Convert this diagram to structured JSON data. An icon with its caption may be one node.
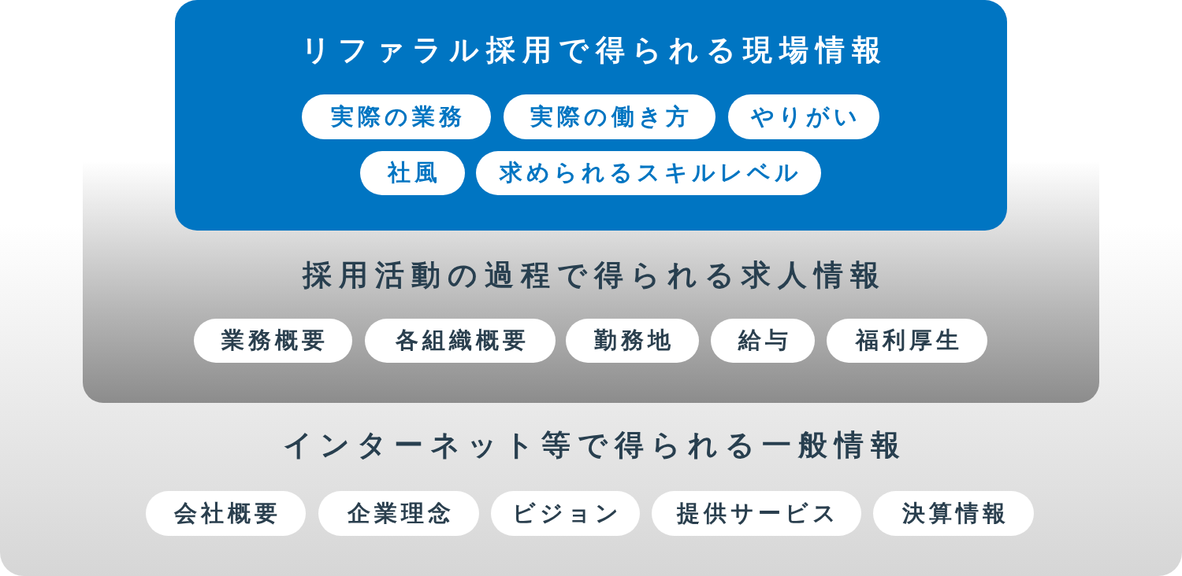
{
  "diagram": {
    "nodes": [
      {
        "text": [
          "インターネット等で得られる一般情報"
        ]
      },
      {
        "text": [
          "採用活動の過程で得られる求人情報"
        ],
        "in": 0
      },
      {
        "text": [
          "リファラル採用で得られる現場情報"
        ],
        "in": 1
      },
      {
        "text": [
          "実際の業務"
        ],
        "in": 2
      },
      {
        "text": [
          "実際の働き方"
        ],
        "in": 2
      },
      {
        "text": [
          "やりがい"
        ],
        "in": 2
      },
      {
        "text": [
          "社風"
        ],
        "in": 2
      },
      {
        "text": [
          "求められるスキルレベル"
        ],
        "in": 2
      },
      {
        "text": [
          "業務概要"
        ],
        "in": 1
      },
      {
        "text": [
          "各組織概要"
        ],
        "in": 1
      },
      {
        "text": [
          "勤務地"
        ],
        "in": 1
      },
      {
        "text": [
          "給与"
        ],
        "in": 1
      },
      {
        "text": [
          "福利厚生"
        ],
        "in": 1
      },
      {
        "text": [
          "会社概要"
        ],
        "in": 0
      },
      {
        "text": [
          "企業理念"
        ],
        "in": 0
      },
      {
        "text": [
          "ビジョン"
        ],
        "in": 0
      },
      {
        "text": [
          "提供サービス"
        ],
        "in": 0
      },
      {
        "text": [
          "決算情報"
        ],
        "in": 0
      }
    ]
  }
}
